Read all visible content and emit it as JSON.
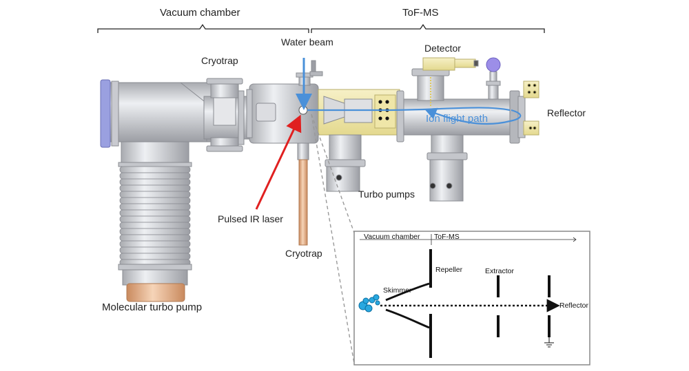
{
  "sections": {
    "vacuum_chamber": "Vacuum chamber",
    "tof_ms": "ToF-MS"
  },
  "labels": {
    "water_beam": "Water beam",
    "cryotrap_top": "Cryotrap",
    "cryotrap_bottom": "Cryotrap",
    "detector": "Detector",
    "reflector": "Reflector",
    "ion_flight_path": "Ion flight path",
    "turbo_pumps": "Turbo pumps",
    "pulsed_ir_laser": "Pulsed IR laser",
    "molecular_turbo_pump": "Molecular turbo pump"
  },
  "inset": {
    "vacuum_chamber": "Vacuum chamber",
    "tof_ms": "ToF-MS",
    "repeller": "Repeller",
    "extractor": "Extractor",
    "skimmer": "Skimmer",
    "reflector": "Reflector"
  },
  "colors": {
    "chamber_metal": "#cfd0d4",
    "flange_blue": "#9aa0e0",
    "yellow_block": "#f2eab0",
    "copper": "#e6b089",
    "water_arrow": "#4a90d9",
    "laser_arrow": "#e02020",
    "ion_path": "#4a90d9"
  }
}
